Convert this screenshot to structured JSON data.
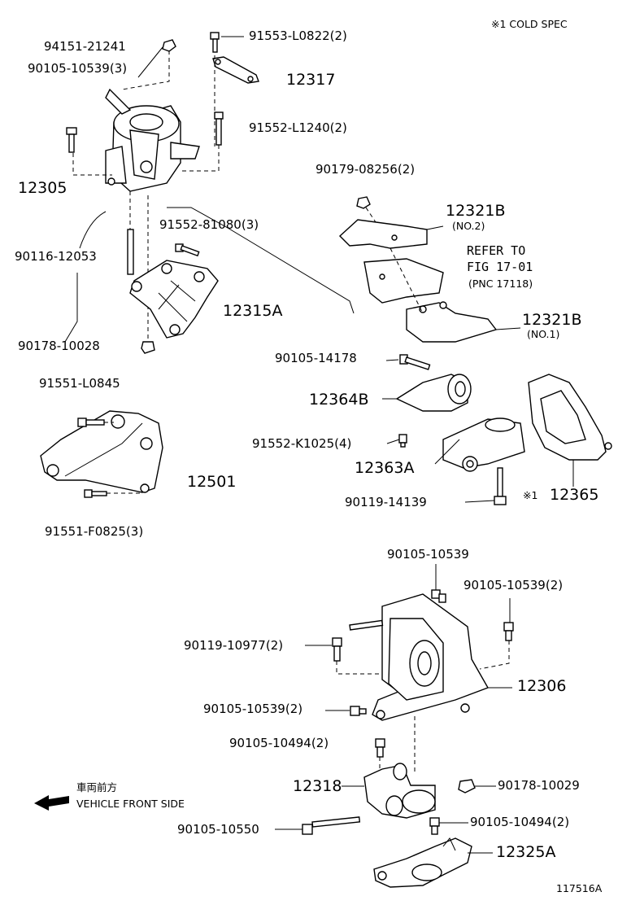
{
  "header": {
    "note": "※1  COLD SPEC"
  },
  "footer": {
    "figure_id": "117516A"
  },
  "direction": {
    "jp": "車両前方",
    "en": "VEHICLE FRONT SIDE"
  },
  "refer": {
    "line1": "REFER TO",
    "line2": "FIG 17-01",
    "line3": "(PNC 17118)"
  },
  "parts": {
    "p94151_21241": "94151-21241",
    "p90105_10539_3": "90105-10539(3)",
    "p91553_L0822_2": "91553-L0822(2)",
    "p12317": "12317",
    "p91552_L1240_2": "91552-L1240(2)",
    "p12305": "12305",
    "p91552_81080_3": "91552-81080(3)",
    "p90116_12053": "90116-12053",
    "p12315A": "12315A",
    "p90178_10028": "90178-10028",
    "p90179_08256_2": "90179-08256(2)",
    "p12321B_no2": "12321B",
    "no2": "(NO.2)",
    "p12321B_no1": "12321B",
    "no1": "(NO.1)",
    "p90105_14178": "90105-14178",
    "p12364B": "12364B",
    "p91552_K1025_4": "91552-K1025(4)",
    "p12363A": "12363A",
    "p90119_14139": "90119-14139",
    "mark1": "※1",
    "p12365": "12365",
    "p91551_L0845": "91551-L0845",
    "p12501": "12501",
    "p91551_F0825_3": "91551-F0825(3)",
    "p90105_10539_a": "90105-10539",
    "p90105_10539_2a": "90105-10539(2)",
    "p90119_10977_2": "90119-10977(2)",
    "p12306": "12306",
    "p90105_10539_2b": "90105-10539(2)",
    "p90105_10494_2a": "90105-10494(2)",
    "p12318": "12318",
    "p90178_10029": "90178-10029",
    "p90105_10550": "90105-10550",
    "p90105_10494_2b": "90105-10494(2)",
    "p12325A": "12325A"
  }
}
